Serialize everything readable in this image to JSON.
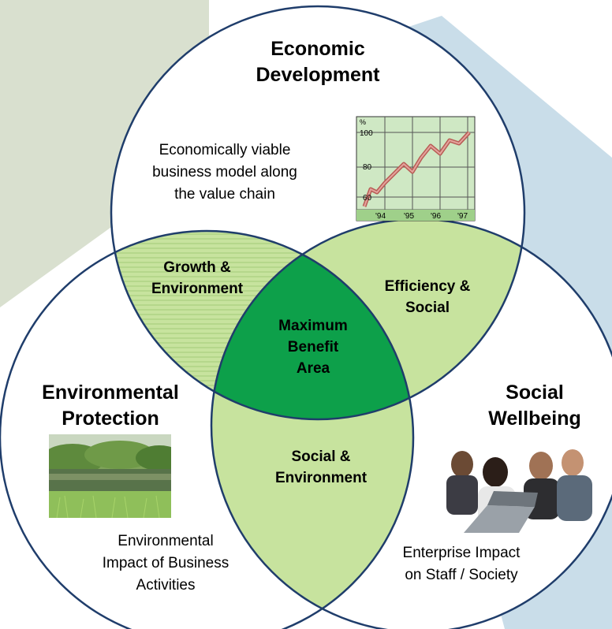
{
  "diagram": {
    "circles": {
      "economic": {
        "title_line1": "Economic",
        "title_line2": "Development",
        "description_lines": [
          "Economically viable",
          "business model along",
          "the value chain"
        ]
      },
      "environmental": {
        "title_line1": "Environmental",
        "title_line2": "Protection",
        "description_lines": [
          "Environmental",
          "Impact of Business",
          "Activities"
        ]
      },
      "social": {
        "title_line1": "Social",
        "title_line2": "Wellbeing",
        "description_lines": [
          "Enterprise Impact",
          "on Staff / Society"
        ]
      }
    },
    "overlaps": {
      "growth_environment": [
        "Growth &",
        "Environment"
      ],
      "efficiency_social": [
        "Efficiency &",
        "Social"
      ],
      "social_environment": [
        "Social &",
        "Environment"
      ],
      "maximum_benefit": [
        "Maximum",
        "Benefit",
        "Area"
      ]
    },
    "mini_chart": {
      "y_unit": "%",
      "y_ticks": [
        "100",
        "80",
        "60"
      ],
      "x_ticks": [
        "'94",
        "'95",
        "'96",
        "'97"
      ]
    },
    "colors": {
      "circle_stroke": "#1f3d6b",
      "overlap_light": "#c7e39e",
      "center": "#0da04a",
      "chart_line": "#d9827a",
      "chart_bg": "#cfe8c4",
      "background_band_left": "#d9e0cf",
      "background_band_right": "#c9dde9"
    }
  }
}
